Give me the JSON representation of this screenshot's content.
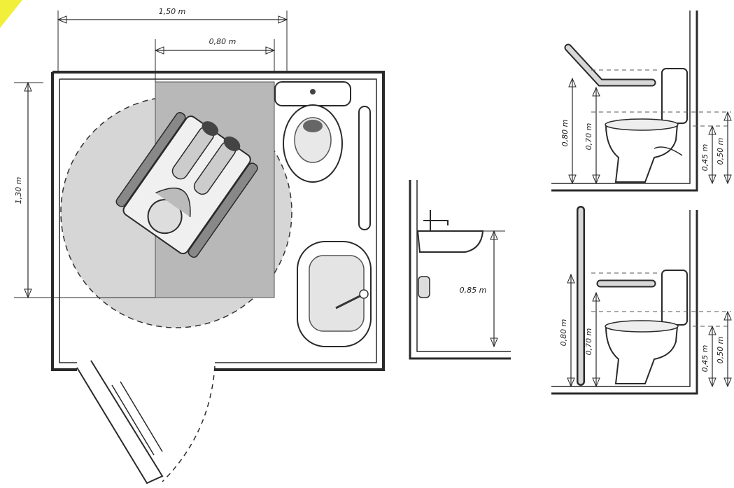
{
  "colors": {
    "ink": "#2a2a2a",
    "wall": "#ffffff",
    "shade_dark": "#bdbdbd",
    "shade_light": "#d9d9d9",
    "corner_accent": "#f2ef3a"
  },
  "plan": {
    "dim_width": "1,50 m",
    "dim_clear": "0,80 m",
    "dim_depth": "1,30 m"
  },
  "sink_elevation": {
    "dim_height": "0,85 m"
  },
  "toilet_elevation_top": {
    "dim_bar": "0,80 m",
    "dim_bar_low": "0,70 m",
    "dim_seat": "0,45 m",
    "dim_tank": "0,50 m"
  },
  "toilet_elevation_bottom": {
    "dim_bar": "0,80 m",
    "dim_bar_low": "0,70 m",
    "dim_seat": "0,45 m",
    "dim_tank": "0,50 m"
  }
}
